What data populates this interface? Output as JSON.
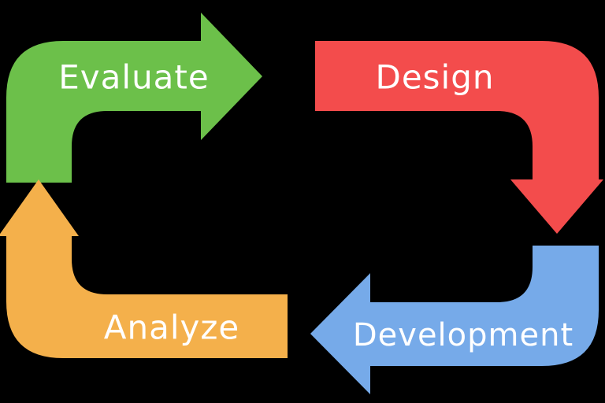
{
  "diagram": {
    "type": "cycle",
    "background": "#000000",
    "text_color": "#ffffff",
    "steps": [
      {
        "id": "evaluate",
        "label": "Evaluate",
        "color": "#6cc04a",
        "position": "top-left",
        "arrow_direction": "right"
      },
      {
        "id": "design",
        "label": "Design",
        "color": "#f34c4c",
        "position": "top-right",
        "arrow_direction": "down"
      },
      {
        "id": "development",
        "label": "Development",
        "color": "#76aae9",
        "position": "bottom-right",
        "arrow_direction": "left"
      },
      {
        "id": "analyze",
        "label": "Analyze",
        "color": "#f4b04b",
        "position": "bottom-left",
        "arrow_direction": "up"
      }
    ]
  }
}
